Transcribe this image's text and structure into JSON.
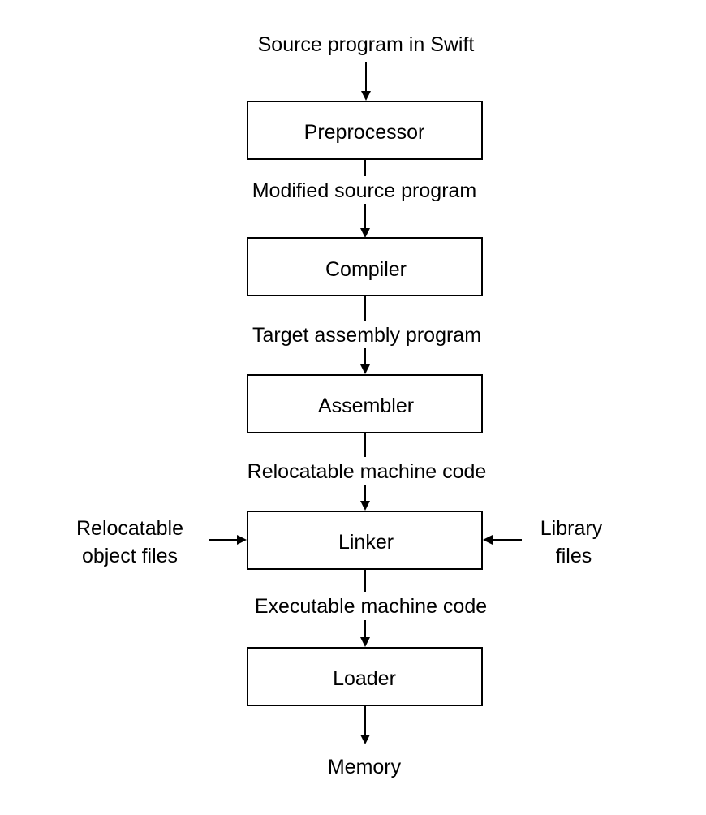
{
  "diagram": {
    "input_label": "Source program in Swift",
    "stages": [
      {
        "name": "Preprocessor",
        "output": "Modified source program"
      },
      {
        "name": "Compiler",
        "output": "Target assembly program"
      },
      {
        "name": "Assembler",
        "output": "Relocatable machine code"
      },
      {
        "name": "Linker",
        "output": "Executable machine code"
      },
      {
        "name": "Loader",
        "output": "Memory"
      }
    ],
    "side_inputs": {
      "left": {
        "line1": "Relocatable",
        "line2": "object files"
      },
      "right": {
        "line1": "Library",
        "line2": "files"
      }
    },
    "colors": {
      "stroke": "#000000",
      "background": "#ffffff"
    }
  }
}
